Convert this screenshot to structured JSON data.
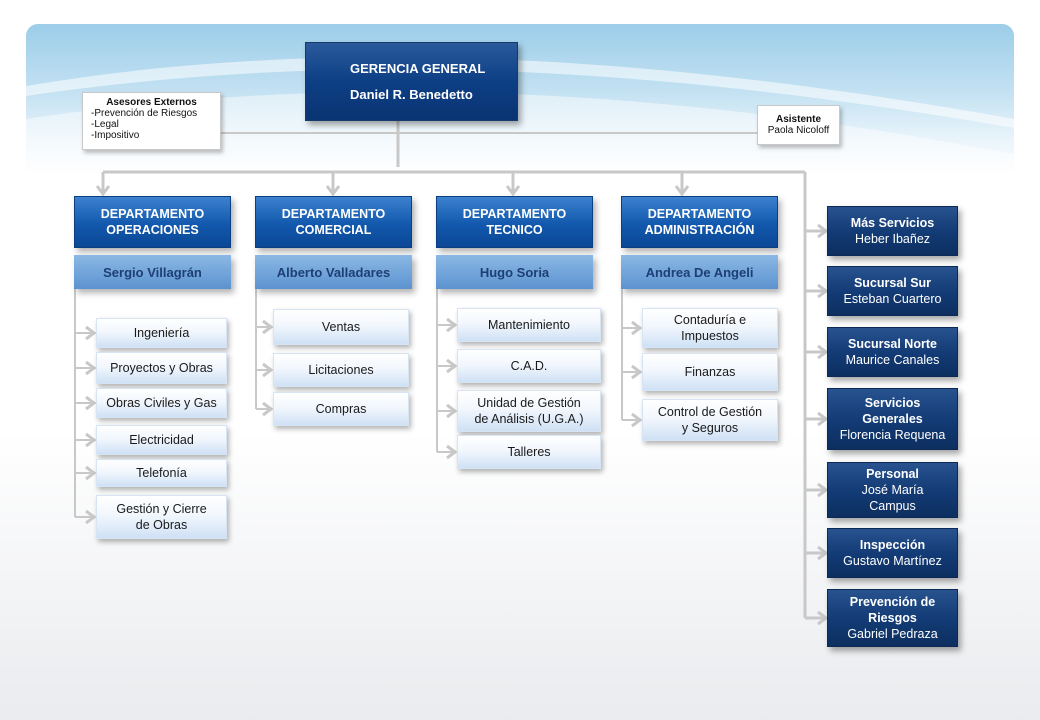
{
  "gerencia": {
    "title": "GERENCIA  GENERAL",
    "name": "Daniel R. Benedetto"
  },
  "asesores": {
    "title": "Asesores Externos",
    "items": [
      "-Prevención de Riesgos",
      "-Legal",
      "-Impositivo"
    ]
  },
  "asistente": {
    "title": "Asistente",
    "name": "Paola Nicoloff"
  },
  "departments": [
    {
      "title": [
        "DEPARTAMENTO",
        "OPERACIONES"
      ],
      "head": "Sergio Villagrán",
      "units": [
        [
          "Ingeniería"
        ],
        [
          "Proyectos y Obras"
        ],
        [
          "Obras Civiles  y Gas"
        ],
        [
          "Electricidad"
        ],
        [
          "Telefonía"
        ],
        [
          "Gestión y Cierre",
          "de Obras"
        ]
      ]
    },
    {
      "title": [
        "DEPARTAMENTO",
        "COMERCIAL"
      ],
      "head": "Alberto Valladares",
      "units": [
        [
          "Ventas"
        ],
        [
          "Licitaciones"
        ],
        [
          "Compras"
        ]
      ]
    },
    {
      "title": [
        "DEPARTAMENTO",
        "TECNICO"
      ],
      "head": "Hugo  Soria",
      "units": [
        [
          "Mantenimiento"
        ],
        [
          "C.A.D."
        ],
        [
          "Unidad  de  Gestión",
          "de  Análisis (U.G.A.)"
        ],
        [
          "Talleres"
        ]
      ]
    },
    {
      "title": [
        "DEPARTAMENTO",
        "ADMINISTRACIÓN"
      ],
      "head": "Andrea De Angeli",
      "units": [
        [
          "Contaduría  e",
          "Impuestos"
        ],
        [
          "Finanzas"
        ],
        [
          "Control  de  Gestión",
          "y Seguros"
        ]
      ]
    }
  ],
  "services": [
    {
      "title": [
        "Más Servicios"
      ],
      "name": [
        "Heber Ibañez"
      ]
    },
    {
      "title": [
        "Sucursal  Sur"
      ],
      "name": [
        "Esteban Cuartero"
      ]
    },
    {
      "title": [
        "Sucursal  Norte"
      ],
      "name": [
        "Maurice Canales"
      ]
    },
    {
      "title": [
        "Servicios",
        "Generales"
      ],
      "name": [
        "Florencia Requena"
      ]
    },
    {
      "title": [
        "Personal"
      ],
      "name": [
        "José María",
        "Campus"
      ]
    },
    {
      "title": [
        "Inspección"
      ],
      "name": [
        "Gustavo  Martínez"
      ]
    },
    {
      "title": [
        "Prevención de",
        "Riesgos"
      ],
      "name": [
        "Gabriel Pedraza"
      ]
    }
  ],
  "colors": {
    "dept_blue": "#1258ad",
    "head_blue": "#6fa2d9",
    "navy": "#123a74",
    "band": "#9ccde9",
    "line": "#c8c8c8"
  }
}
